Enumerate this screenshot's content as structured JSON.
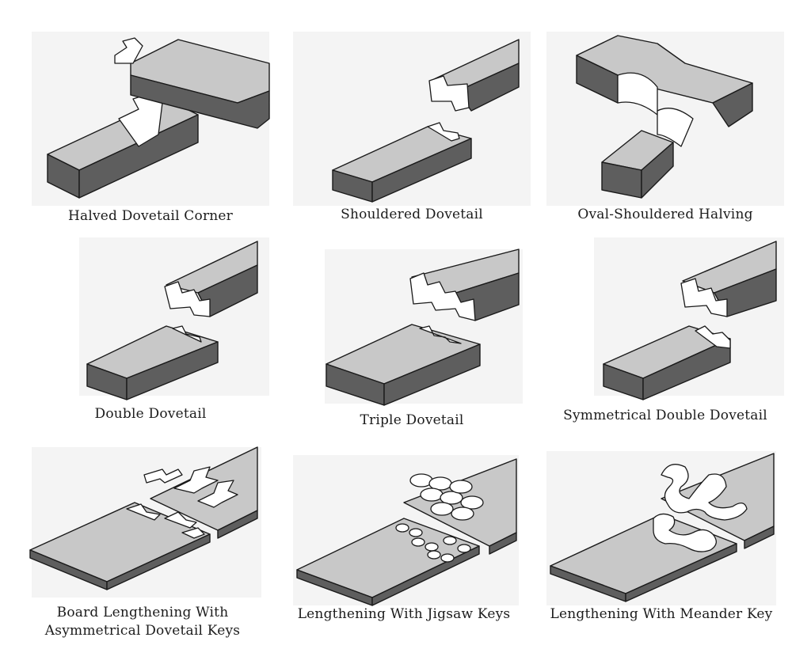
{
  "panels": [
    {
      "id": "halved-dovetail-corner",
      "caption": [
        "Halved Dovetail Corner"
      ]
    },
    {
      "id": "shouldered-dovetail",
      "caption": [
        "Shouldered Dovetail"
      ]
    },
    {
      "id": "oval-shouldered-halving",
      "caption": [
        "Oval-Shouldered Halving"
      ]
    },
    {
      "id": "double-dovetail",
      "caption": [
        "Double Dovetail"
      ]
    },
    {
      "id": "triple-dovetail",
      "caption": [
        "Triple Dovetail"
      ]
    },
    {
      "id": "symmetrical-double-dovetail",
      "caption": [
        "Symmetrical Double Dovetail"
      ]
    },
    {
      "id": "board-lengthening-asym",
      "caption": [
        "Board Lengthening With",
        "Asymmetrical Dovetail Keys"
      ]
    },
    {
      "id": "lengthening-jigsaw",
      "caption": [
        "Lengthening With Jigsaw Keys"
      ]
    },
    {
      "id": "lengthening-meander",
      "caption": [
        "Lengthening With Meander Key"
      ]
    }
  ],
  "colors": {
    "top": "#c8c8c8",
    "side": "#5e5e5e",
    "outline": "#1a1a1a"
  }
}
